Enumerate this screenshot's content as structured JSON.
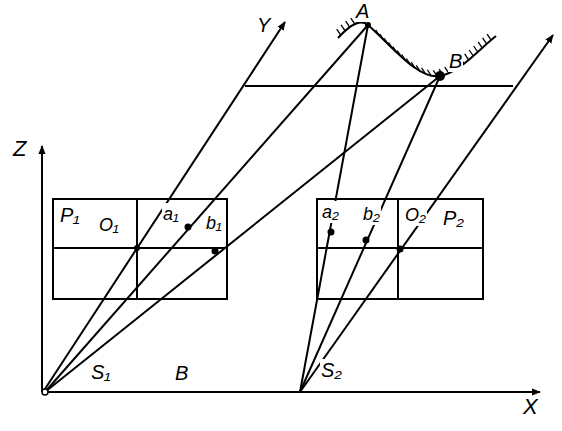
{
  "diagram": {
    "nodes": [
      {
        "text": [
          "P₁"
        ]
      },
      {
        "text": [
          "P₂"
        ]
      }
    ],
    "labels": [
      "Z",
      "Y",
      "A",
      "B",
      "O₁",
      "a₁",
      "b₁",
      "a₂",
      "b₂",
      "O₂",
      "S₁",
      "B",
      "S₂",
      "X"
    ]
  }
}
